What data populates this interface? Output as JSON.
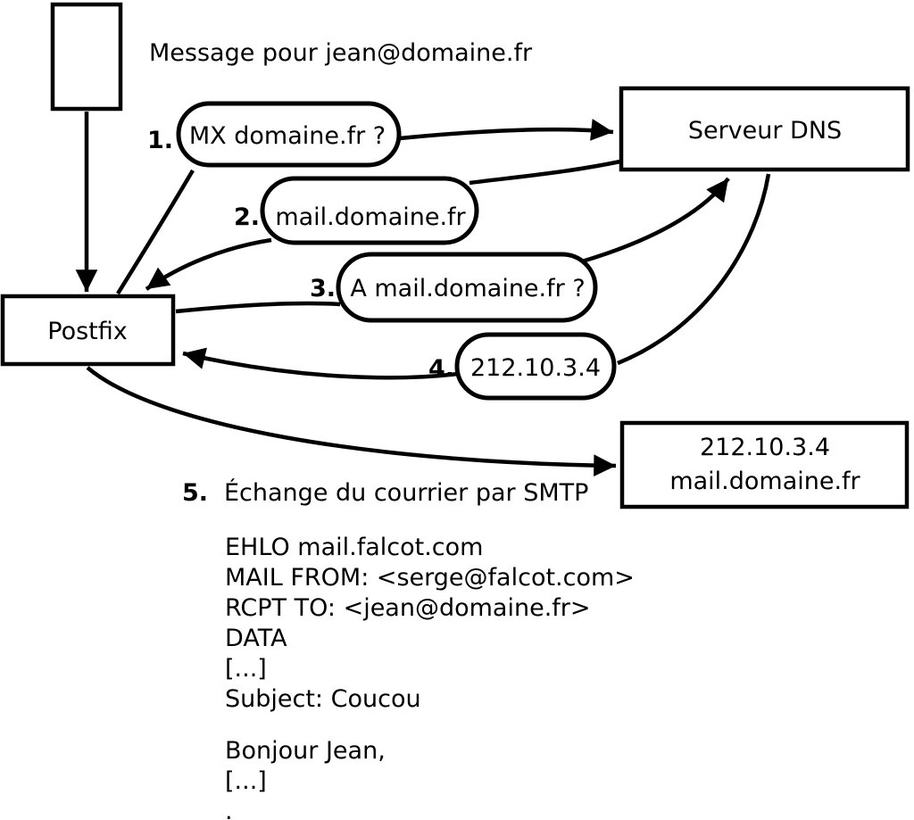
{
  "labels": {
    "message": "Message pour jean@domaine.fr"
  },
  "nodes": {
    "postfix": {
      "label": "Postfix"
    },
    "dns": {
      "label": "Serveur DNS"
    },
    "mail_server": {
      "line1": "212.10.3.4",
      "line2": "mail.domaine.fr"
    }
  },
  "steps": [
    {
      "num": "1.",
      "label": "MX domaine.fr ?"
    },
    {
      "num": "2.",
      "label": "mail.domaine.fr"
    },
    {
      "num": "3.",
      "label": "A mail.domaine.fr ?"
    },
    {
      "num": "4.",
      "label": "212.10.3.4"
    },
    {
      "num": "5.",
      "label": "Échange du courrier par SMTP"
    }
  ],
  "smtp_session": {
    "lines": [
      "EHLO mail.falcot.com",
      "MAIL FROM: <serge@falcot.com>",
      "RCPT TO: <jean@domaine.fr>",
      "DATA",
      "[...]",
      "Subject: Coucou",
      "",
      "Bonjour Jean,",
      "[...]",
      "."
    ]
  },
  "colors": {
    "ink": "#000000",
    "background": "#ffffff"
  }
}
